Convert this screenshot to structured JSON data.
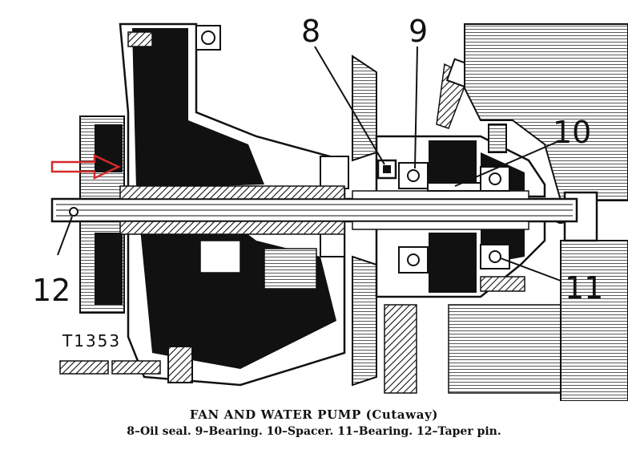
{
  "figure": {
    "plate_id": "T1353",
    "callouts": {
      "c8": "8",
      "c9": "9",
      "c10": "10",
      "c11": "11",
      "c12": "12"
    }
  },
  "caption": {
    "title": "FAN AND WATER PUMP (Cutaway)",
    "text": "8–Oil seal. 9–Bearing. 10–Spacer. 11–Bearing. 12–Taper pin."
  },
  "colors": {
    "ink": "#111111",
    "paper": "#ffffff",
    "arrow": "#d42a2a"
  }
}
